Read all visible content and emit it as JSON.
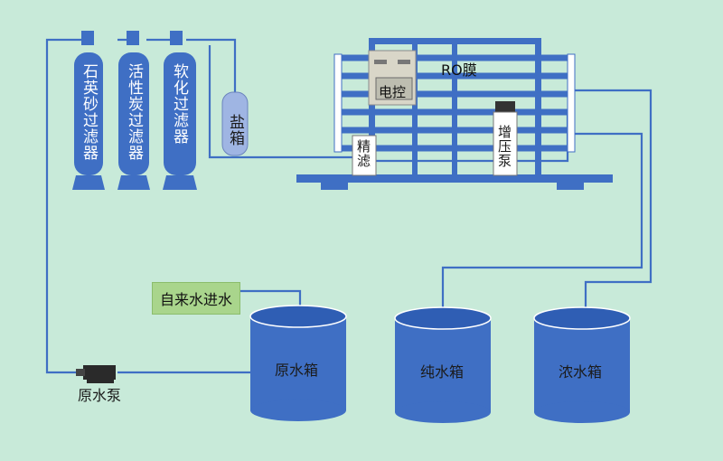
{
  "filters": {
    "quartz": "石英砂过滤器",
    "carbon": "活性炭过滤器",
    "softener": "软化过滤器"
  },
  "salt_tank": "盐箱",
  "precision_filter": "精滤",
  "booster_pump": "增压泵",
  "ro_membrane": "RO膜",
  "control": "电控",
  "tap_water_in": "自来水进水",
  "raw_tank": "原水箱",
  "pure_tank": "纯水箱",
  "conc_tank": "浓水箱",
  "raw_pump": "原水泵",
  "colors": {
    "background": "#c8ead9",
    "equipment": "#3f6fc4",
    "pipe": "#3f6fc4",
    "label_box": "#a9d58c"
  }
}
